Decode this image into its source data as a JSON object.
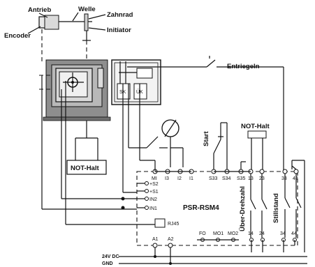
{
  "labels": {
    "antrieb": "Antrieb",
    "welle": "Welle",
    "zahnrad": "Zahnrad",
    "encoder": "Encoder",
    "initiator": "Initiator",
    "entriegeln": "Entriegeln",
    "sk": "SK",
    "uk": "ÜK",
    "not_halt_left": "NOT-Halt",
    "not_halt_top": "NOT-Halt",
    "start": "Start",
    "device": "PSR-RSM4",
    "ueberdrehzahl": "Über-Drehzahl",
    "stillstand": "Stillstand",
    "rj45": "RJ45",
    "supply_pos": "24V DC",
    "supply_gnd": "GND"
  },
  "terminals": {
    "top": [
      "MI",
      "I3",
      "I2",
      "I1",
      "S33",
      "S34",
      "S35",
      "13",
      "23",
      "33",
      "43"
    ],
    "left": [
      "+S2",
      "+S1",
      "IN2",
      "IN1"
    ],
    "bottom_left": [
      "A1",
      "A2"
    ],
    "bottom_mid": [
      "FO",
      "MO1",
      "MO2"
    ],
    "bottom_right": [
      "14",
      "24",
      "34",
      "44"
    ]
  },
  "colors": {
    "line": "#111111",
    "machine_gray": "#9a9a9a",
    "machine_dark": "#6f6f6f"
  }
}
